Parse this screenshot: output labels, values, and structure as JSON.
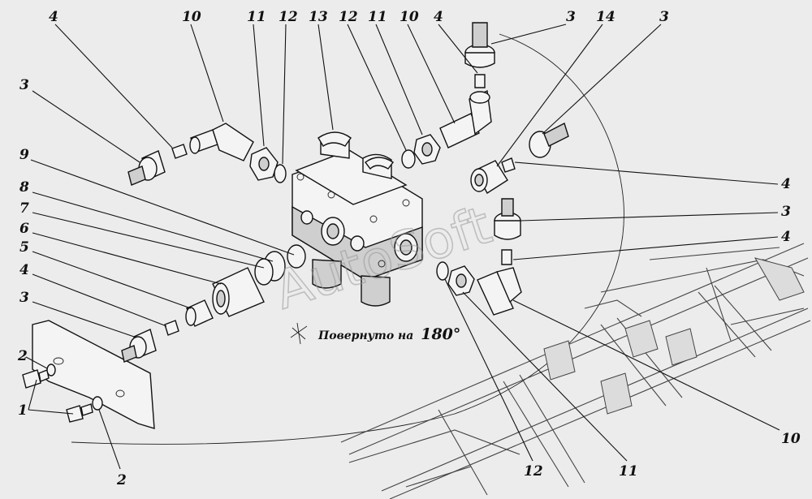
{
  "watermark": "AutoSoft",
  "note": {
    "prefix": "Повернуто на",
    "angle": "180°"
  },
  "callouts": [
    {
      "id": "top-4-left",
      "label": "4"
    },
    {
      "id": "top-10-left",
      "label": "10"
    },
    {
      "id": "top-11-left",
      "label": "11"
    },
    {
      "id": "top-12-left",
      "label": "12"
    },
    {
      "id": "top-13",
      "label": "13"
    },
    {
      "id": "top-12-right",
      "label": "12"
    },
    {
      "id": "top-11-right",
      "label": "11"
    },
    {
      "id": "top-10-right",
      "label": "10"
    },
    {
      "id": "top-4-right",
      "label": "4"
    },
    {
      "id": "top-3",
      "label": "3"
    },
    {
      "id": "top-14",
      "label": "14"
    },
    {
      "id": "top-3-far",
      "label": "3"
    },
    {
      "id": "left-3-upper",
      "label": "3"
    },
    {
      "id": "left-9",
      "label": "9"
    },
    {
      "id": "left-8",
      "label": "8"
    },
    {
      "id": "left-7",
      "label": "7"
    },
    {
      "id": "left-6",
      "label": "6"
    },
    {
      "id": "left-5",
      "label": "5"
    },
    {
      "id": "left-4",
      "label": "4"
    },
    {
      "id": "left-3-lower",
      "label": "3"
    },
    {
      "id": "left-2",
      "label": "2"
    },
    {
      "id": "left-1",
      "label": "1"
    },
    {
      "id": "bottom-2",
      "label": "2"
    },
    {
      "id": "right-4-upper",
      "label": "4"
    },
    {
      "id": "right-3",
      "label": "3"
    },
    {
      "id": "right-4-lower",
      "label": "4"
    },
    {
      "id": "right-10",
      "label": "10"
    },
    {
      "id": "bottom-12",
      "label": "12"
    },
    {
      "id": "bottom-11",
      "label": "11"
    }
  ]
}
